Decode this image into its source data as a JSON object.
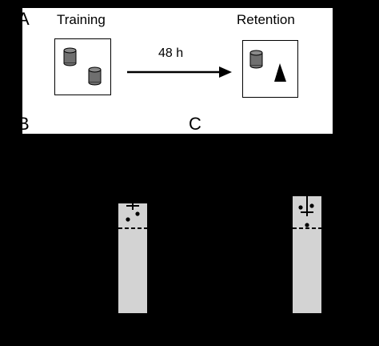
{
  "panel_a": {
    "letter": "A",
    "training_title": "Training",
    "retention_title": "Retention",
    "delay_label": "48 h"
  },
  "panel_b": {
    "letter": "B"
  },
  "panel_c": {
    "letter": "C"
  },
  "colors": {
    "background": "#000000",
    "panel": "#ffffff",
    "bar_fill": "#d3d3d3",
    "object_fill": "#6f6f6f"
  },
  "icons": {
    "training_objects": [
      "cylinder-object-icon",
      "cylinder-object-icon"
    ],
    "retention_objects": [
      "cylinder-object-icon",
      "triangle-object-icon"
    ],
    "arrow": "right-arrow-icon"
  }
}
